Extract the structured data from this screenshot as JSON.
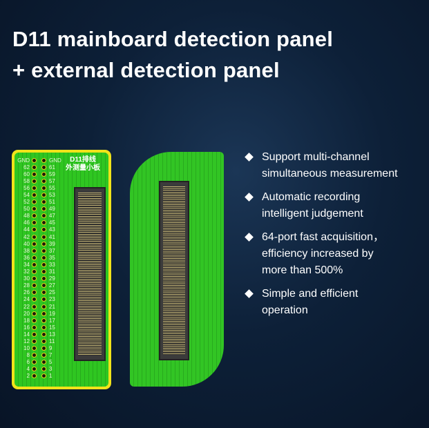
{
  "title": {
    "line1": "D11 mainboard detection panel",
    "line2": "+ external detection panel"
  },
  "board": {
    "title_line1": "D11排线",
    "title_line2": "外测量小板",
    "left_pins": [
      "GND",
      "62",
      "60",
      "58",
      "56",
      "54",
      "52",
      "50",
      "48",
      "46",
      "44",
      "42",
      "40",
      "38",
      "36",
      "34",
      "32",
      "30",
      "28",
      "26",
      "24",
      "22",
      "20",
      "18",
      "16",
      "14",
      "12",
      "10",
      "8",
      "6",
      "4",
      "2"
    ],
    "right_pins": [
      "GND",
      "61",
      "59",
      "57",
      "55",
      "53",
      "51",
      "49",
      "47",
      "45",
      "43",
      "41",
      "39",
      "37",
      "35",
      "33",
      "31",
      "29",
      "27",
      "25",
      "23",
      "21",
      "19",
      "17",
      "15",
      "13",
      "11",
      "9",
      "7",
      "5",
      "3",
      "1"
    ]
  },
  "features": [
    {
      "line1": "Support multi-channel",
      "line2": "simultaneous measurement"
    },
    {
      "line1": "Automatic recording",
      "line2": "intelligent judgement"
    },
    {
      "line1": "64-port fast acquisition，",
      "line2": "efficiency increased by",
      "line3": "more than 500%"
    },
    {
      "line1": "Simple and efficient",
      "line2": "operation"
    }
  ]
}
